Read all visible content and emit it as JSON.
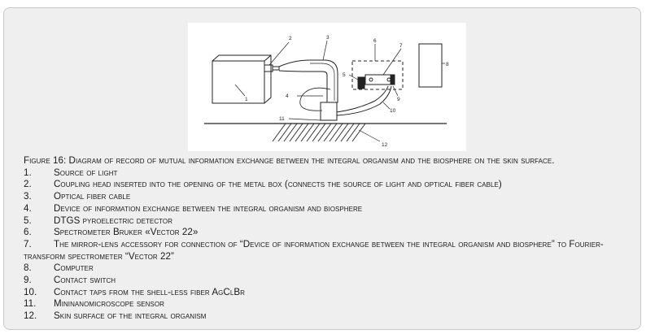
{
  "figure": {
    "label": "Figure 16:",
    "caption": " Diagram of record of mutual information exchange between the integral organism and the biosphere on the skin surface.",
    "callouts": [
      "1",
      "2",
      "3",
      "4",
      "5",
      "6",
      "7",
      "8",
      "9",
      "10",
      "11",
      "12"
    ]
  },
  "legend": [
    {
      "num": "1.",
      "text": "Source of light"
    },
    {
      "num": "2.",
      "text": "Coupling head inserted into the opening of the metal box (connects the source of light and optical fiber cable)"
    },
    {
      "num": "3.",
      "text": "Optical fiber cable"
    },
    {
      "num": "4.",
      "text": "Device of information exchange between the integral organism and biosphere"
    },
    {
      "num": "5.",
      "text": "DTGS pyroelectric detector"
    },
    {
      "num": "6.",
      "text": "Spectrometer Bruker «Vector 22»"
    },
    {
      "num": "7.",
      "text": "The mirror-lens accessory for connection of “Device of information exchange between the integral organism and biosphere” to Fourier-transform spectrometer “Vector 22”"
    },
    {
      "num": "8.",
      "text": "Computer"
    },
    {
      "num": "9.",
      "text": "Contact switch"
    },
    {
      "num": "10.",
      "text": "Contact taps from the shell-less fiber AgClBr"
    },
    {
      "num": "11.",
      "text": "Mininanomicroscope sensor"
    },
    {
      "num": "12.",
      "text": "Skin surface of the integral organism"
    }
  ]
}
